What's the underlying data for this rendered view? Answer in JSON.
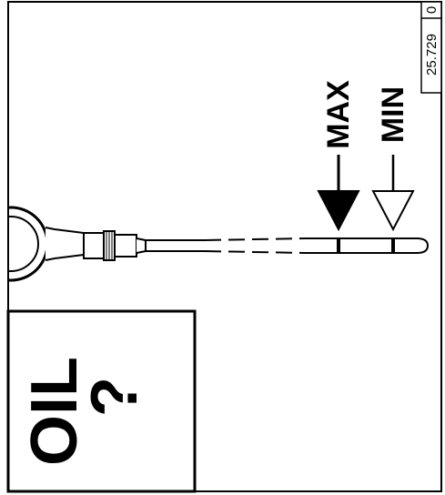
{
  "reference": {
    "number": "25.729",
    "suffix": "0"
  },
  "dipstick": {
    "max_label": "MAX",
    "min_label": "MIN"
  },
  "oil_panel": {
    "title": "OIL",
    "symbol": "?"
  },
  "colors": {
    "ink": "#000000",
    "paper": "#ffffff"
  }
}
